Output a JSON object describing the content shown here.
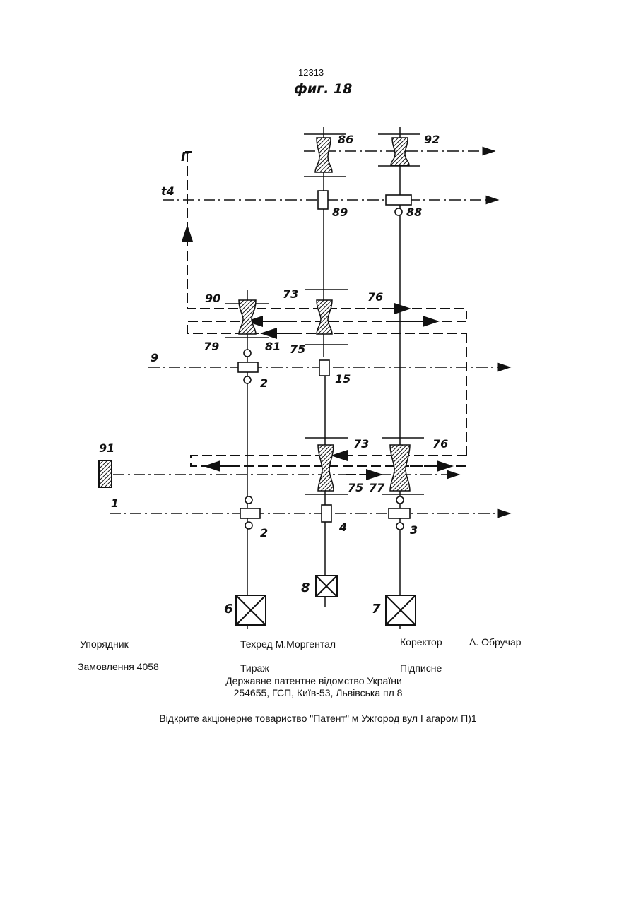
{
  "header": {
    "patent_number": "12313",
    "figure_label": "фиг. 18"
  },
  "figure": {
    "line_labels": {
      "t4": "t4",
      "l9": "9",
      "l1": "1",
      "g": "Г"
    },
    "element_labels": {
      "n86": "86",
      "n92": "92",
      "n89": "89",
      "n88": "88",
      "n90": "90",
      "n73a": "73",
      "n76a": "76",
      "n79": "79",
      "n81": "81",
      "n75a": "75",
      "n2a": "2",
      "n15": "15",
      "n91": "91",
      "n73b": "73",
      "n76b": "76",
      "n75b": "75",
      "n77": "77",
      "n2b": "2",
      "n4": "4",
      "n3": "3",
      "n6": "6",
      "n8": "8",
      "n7": "7"
    }
  },
  "footer": {
    "compiler_label": "Упорядник",
    "techred": "Техред М.Моргентал",
    "corrector_label": "Коректор",
    "corrector_name": "А. Обручар",
    "order": "Замовлення 4058",
    "circulation": "Тираж",
    "subscription": "Підписне",
    "office": "Державне патентне відомство України",
    "address": "254655, ГСП, Київ-53, Львівська пл   8",
    "publisher": "Відкрите акціонерне товариство   \"Патент\" м Ужгород вул I агаром   П)1"
  }
}
